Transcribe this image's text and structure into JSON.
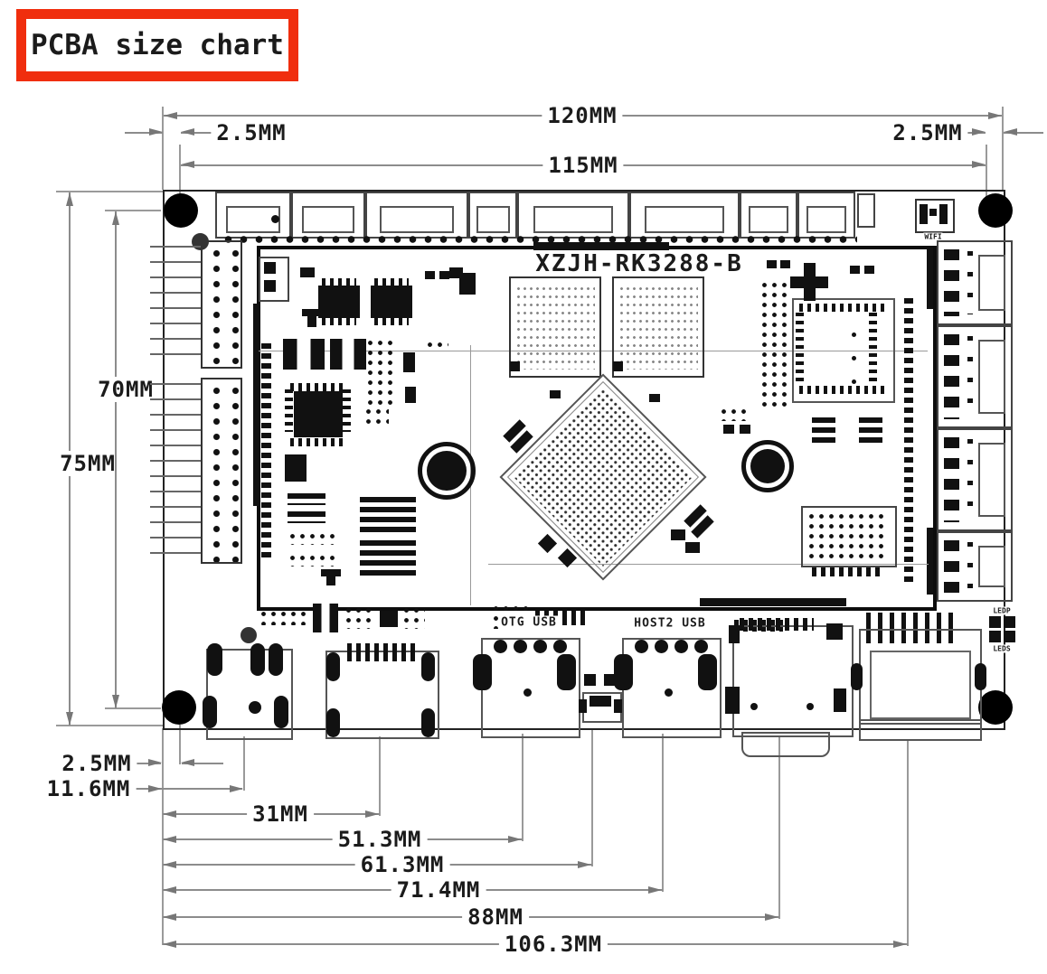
{
  "title": "PCBA size chart",
  "board": {
    "model_label": "XZJH-RK3288-B",
    "labels": {
      "wifi": "WIFI",
      "otg_usb": "OTG USB",
      "host2_usb": "HOST2 USB",
      "led_top": "LEDP",
      "led_bottom": "LEDS"
    }
  },
  "dimensions": {
    "top": {
      "overall_width": "120MM",
      "inner_width": "115MM",
      "left_offset": "2.5MM",
      "right_offset": "2.5MM"
    },
    "left": {
      "overall_height": "75MM",
      "inner_height": "70MM"
    },
    "bottom": [
      "2.5MM",
      "11.6MM",
      "31MM",
      "51.3MM",
      "61.3MM",
      "71.4MM",
      "88MM",
      "106.3MM"
    ]
  },
  "colors": {
    "accent_red": "#f02e0e",
    "dim_line_gray": "#8c8c8c",
    "ink": "#1b1b1b"
  }
}
